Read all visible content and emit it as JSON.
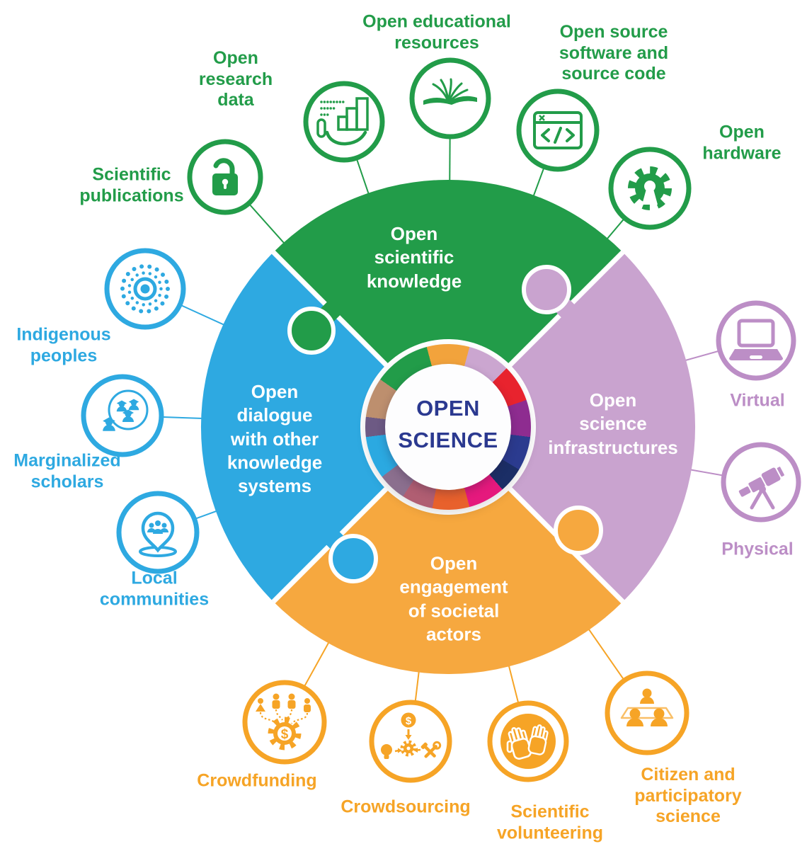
{
  "center": {
    "title": "OPEN\nSCIENCE",
    "text_color": "#2B3990",
    "ring_start_deg": -15,
    "ring_segments": [
      {
        "color": "#F2A33C",
        "deg": 30
      },
      {
        "color": "#CBA6D0",
        "deg": 30
      },
      {
        "color": "#E8232E",
        "deg": 26
      },
      {
        "color": "#8E2C90",
        "deg": 26
      },
      {
        "color": "#2B3B8F",
        "deg": 24
      },
      {
        "color": "#1B2E66",
        "deg": 18
      },
      {
        "color": "#E5197D",
        "deg": 26
      },
      {
        "color": "#E8612C",
        "deg": 26
      },
      {
        "color": "#B05E72",
        "deg": 22
      },
      {
        "color": "#8B6F8E",
        "deg": 20
      },
      {
        "color": "#2BA9E1",
        "deg": 30
      },
      {
        "color": "#6D5A84",
        "deg": 14
      },
      {
        "color": "#BD8F6E",
        "deg": 28
      },
      {
        "color": "#229C49",
        "deg": 40
      }
    ]
  },
  "quadrants": [
    {
      "label": "Open\nscientific\nknowledge",
      "color": "#229C49",
      "label_color": "#229C49"
    },
    {
      "label": "Open\nscience\ninfrastructures",
      "color": "#C9A3CF",
      "label_color": "#BC8EC6"
    },
    {
      "label": "Open\nengagement\nof societal\nactors",
      "color": "#F6A83F",
      "label_color": "#F6A426"
    },
    {
      "label": "Open\ndialogue\nwith other\nknowledge\nsystems",
      "color": "#2EA9E1",
      "label_color": "#2EA9E1"
    }
  ],
  "satellites": [
    {
      "label": "Scientific\npublications",
      "icon": "open-padlock-icon"
    },
    {
      "label": "Open\nresearch\ndata",
      "icon": "hand-with-chart-icon"
    },
    {
      "label": "Open educational\nresources",
      "icon": "open-book-icon"
    },
    {
      "label": "Open source\nsoftware and\nsource code",
      "icon": "code-window-icon"
    },
    {
      "label": "Open\nhardware",
      "icon": "gear-keyhole-icon"
    },
    {
      "label": "Virtual",
      "icon": "laptop-icon"
    },
    {
      "label": "Physical",
      "icon": "telescope-icon"
    },
    {
      "label": "Indigenous\npeoples",
      "icon": "dot-circle-icon"
    },
    {
      "label": "Marginalized\nscholars",
      "icon": "graduates-icon"
    },
    {
      "label": "Local\ncommunities",
      "icon": "map-pin-people-icon"
    },
    {
      "label": "Crowdfunding",
      "icon": "gear-dollar-people-icon"
    },
    {
      "label": "Crowdsourcing",
      "icon": "idea-exchange-icon"
    },
    {
      "label": "Scientific\nvolunteering",
      "icon": "raised-hands-icon"
    },
    {
      "label": "Citizen and\nparticipatory\nscience",
      "icon": "people-table-icon"
    }
  ],
  "glyphs": {
    "dollar": "$"
  }
}
